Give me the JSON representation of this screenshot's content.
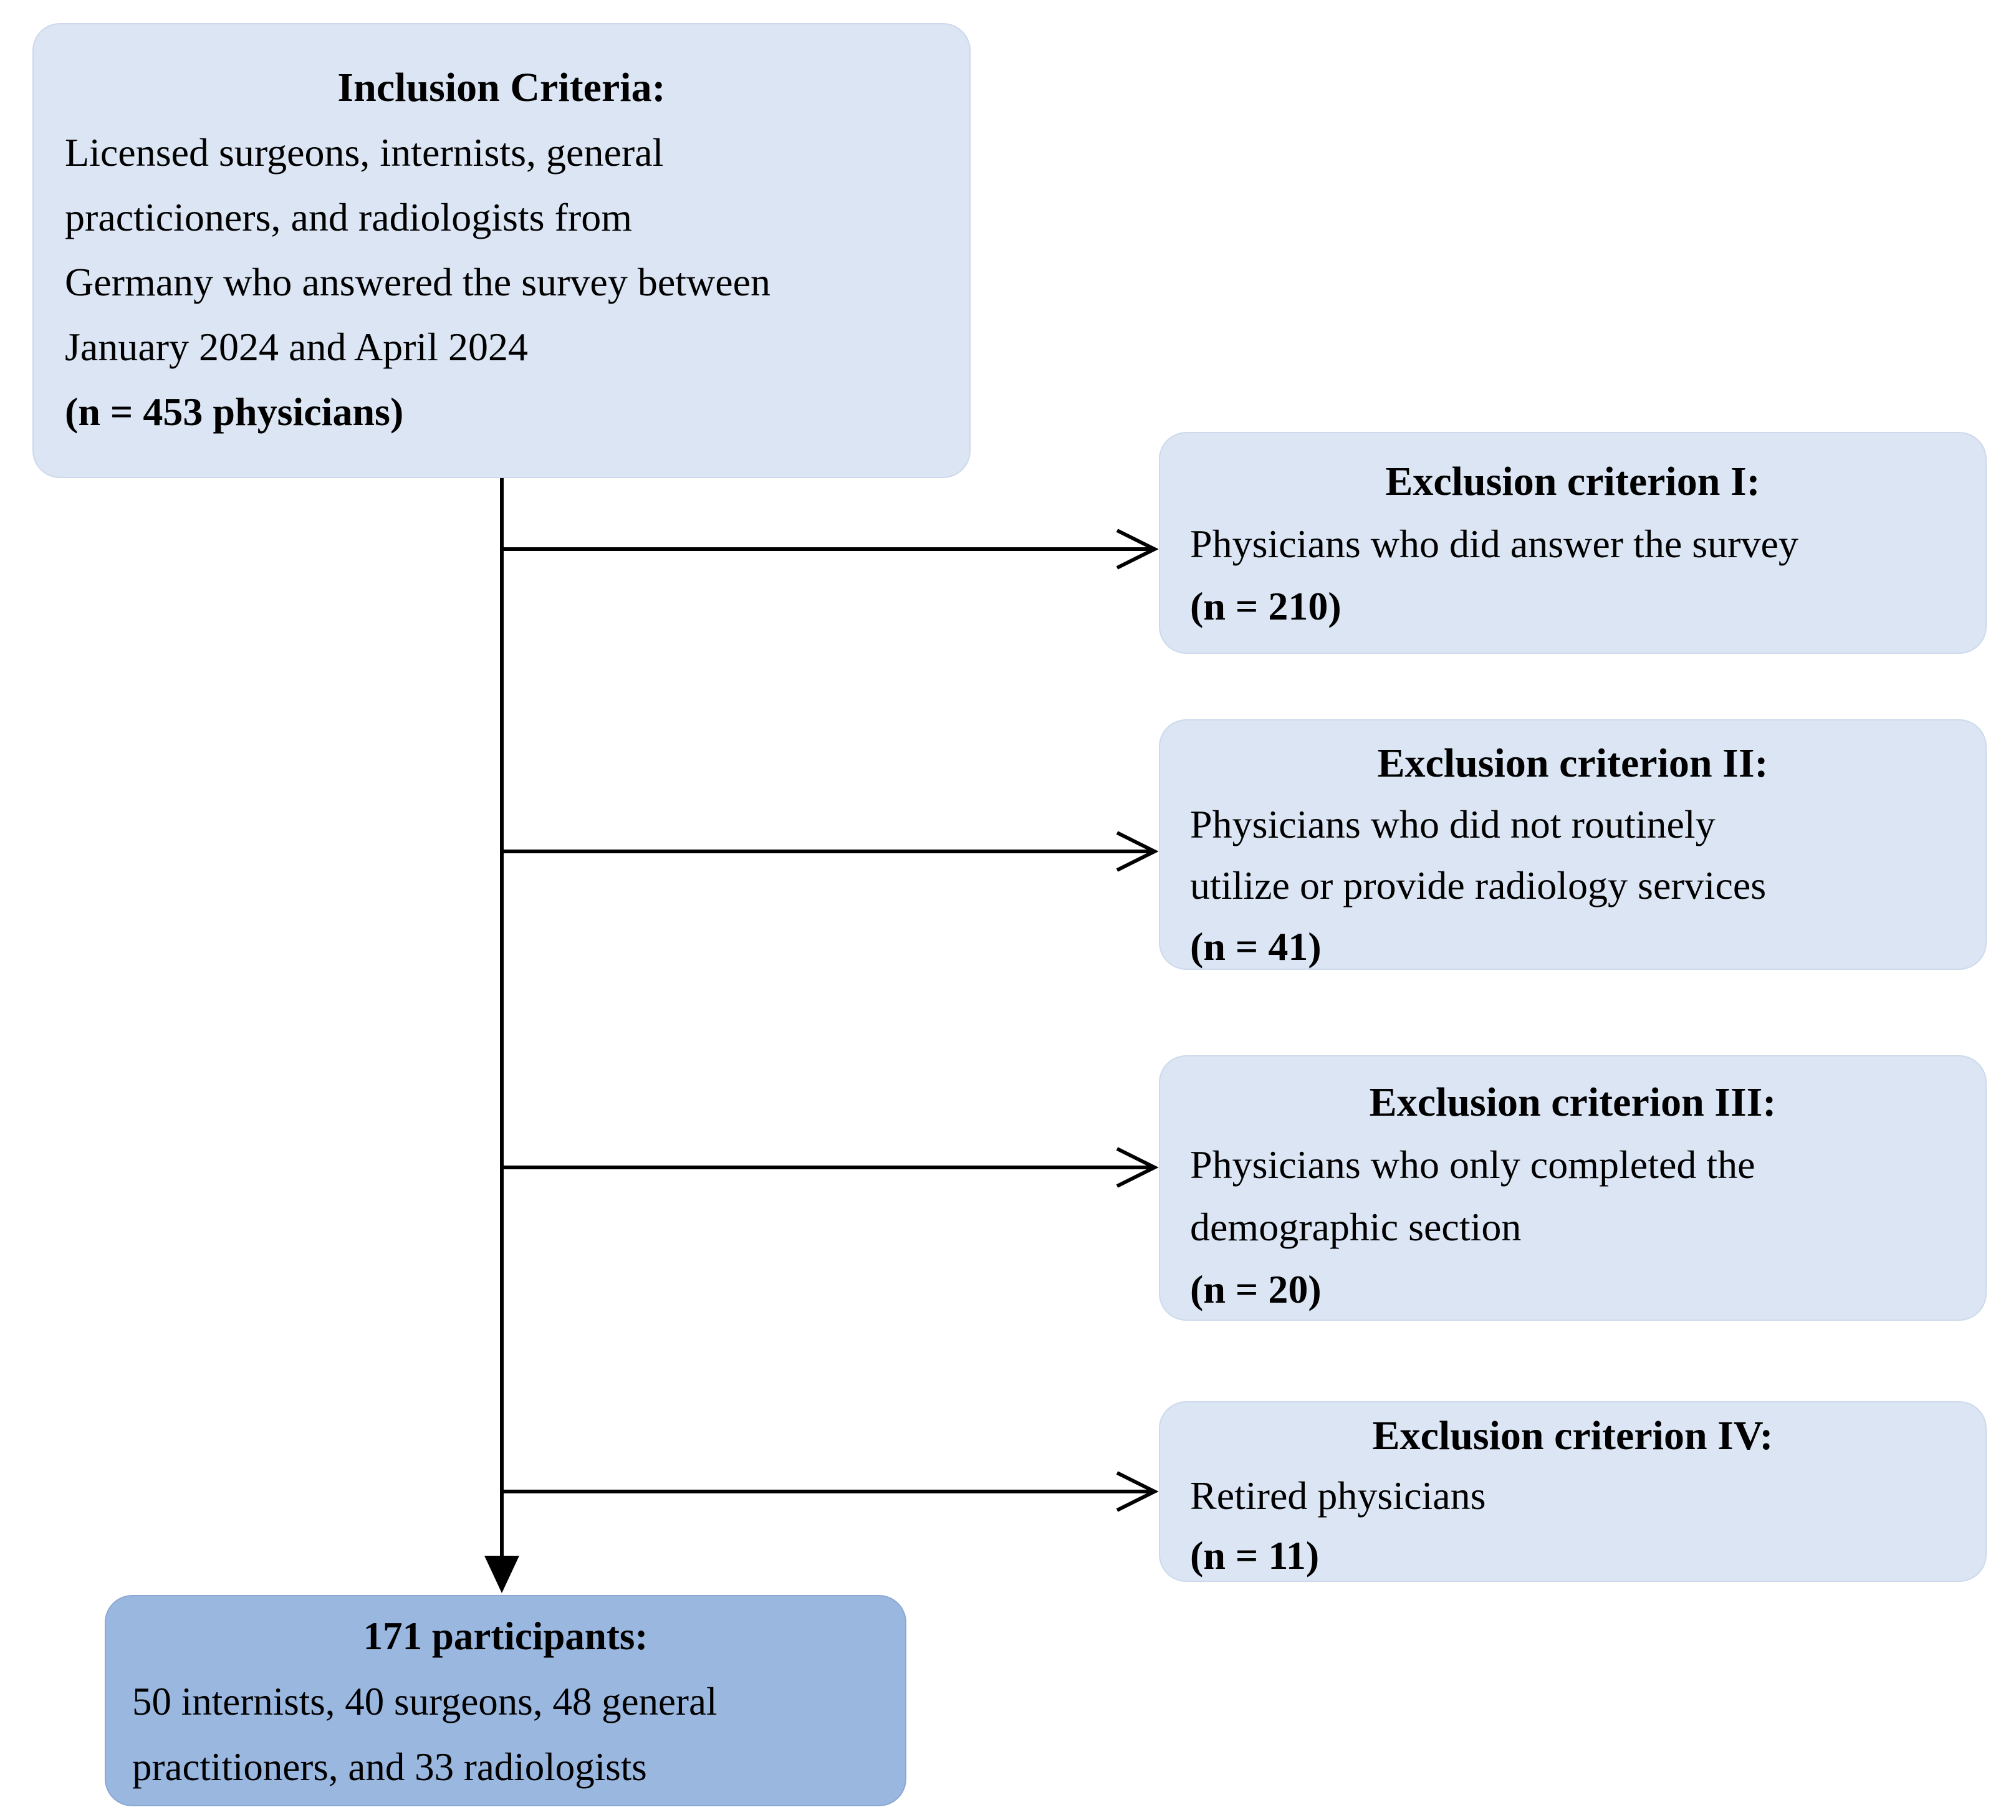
{
  "flow": {
    "inclusion": {
      "title": "Inclusion Criteria:",
      "body": [
        "Licensed surgeons, internists, general",
        "practicioners, and radiologists from",
        "Germany who answered the survey between",
        "January 2024 and April 2024"
      ],
      "n": "(n = 453 physicians)"
    },
    "exclusions": [
      {
        "title": "Exclusion criterion I:",
        "body": [
          "Physicians who did answer the survey"
        ],
        "n": "(n = 210)"
      },
      {
        "title": "Exclusion criterion II:",
        "body": [
          "Physicians who did not routinely",
          "utilize or provide radiology services"
        ],
        "n": "(n = 41)"
      },
      {
        "title": "Exclusion criterion III:",
        "body": [
          "Physicians who only completed the",
          "demographic section"
        ],
        "n": "(n = 20)"
      },
      {
        "title": "Exclusion criterion IV:",
        "body": [
          "Retired physicians"
        ],
        "n": "(n = 11)"
      }
    ],
    "result": {
      "title": "171 participants:",
      "body": [
        "50 internists, 40 surgeons, 48 general",
        "practitioners, and 33 radiologists"
      ]
    },
    "colors": {
      "light_box": "#dbe5f3",
      "dark_box": "#9ab7e0",
      "line": "#000000",
      "text": "#000000",
      "background": "#ffffff"
    }
  }
}
